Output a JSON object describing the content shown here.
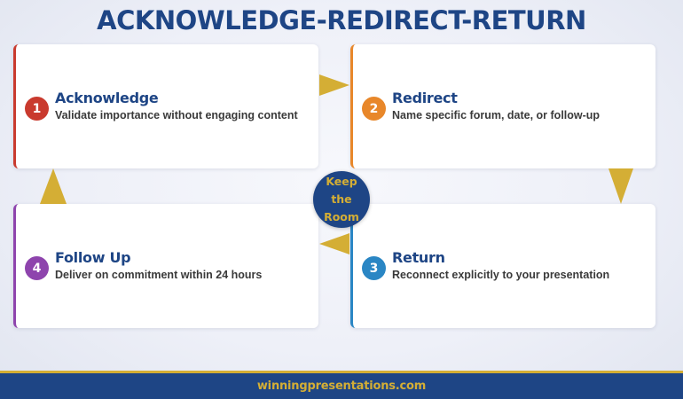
{
  "title": "ACKNOWLEDGE-REDIRECT-RETURN",
  "hub": {
    "lines": [
      "Keep",
      "the",
      "Room"
    ]
  },
  "steps": [
    {
      "number": "1",
      "heading": "Acknowledge",
      "description": "Validate importance without engaging content",
      "color": "#c93a2e"
    },
    {
      "number": "2",
      "heading": "Redirect",
      "description": "Name specific forum, date, or follow-up",
      "color": "#e8872a"
    },
    {
      "number": "3",
      "heading": "Return",
      "description": "Reconnect explicitly to your presentation",
      "color": "#2a86c4"
    },
    {
      "number": "4",
      "heading": "Follow Up",
      "description": "Deliver on commitment within 24 hours",
      "color": "#8e44ad"
    }
  ],
  "arrows": [
    "arrow-right",
    "arrow-down",
    "arrow-left",
    "arrow-up"
  ],
  "colors": {
    "primary": "#1e4585",
    "accent": "#d4ae35"
  },
  "footer": {
    "text": "winningpresentations.com"
  }
}
